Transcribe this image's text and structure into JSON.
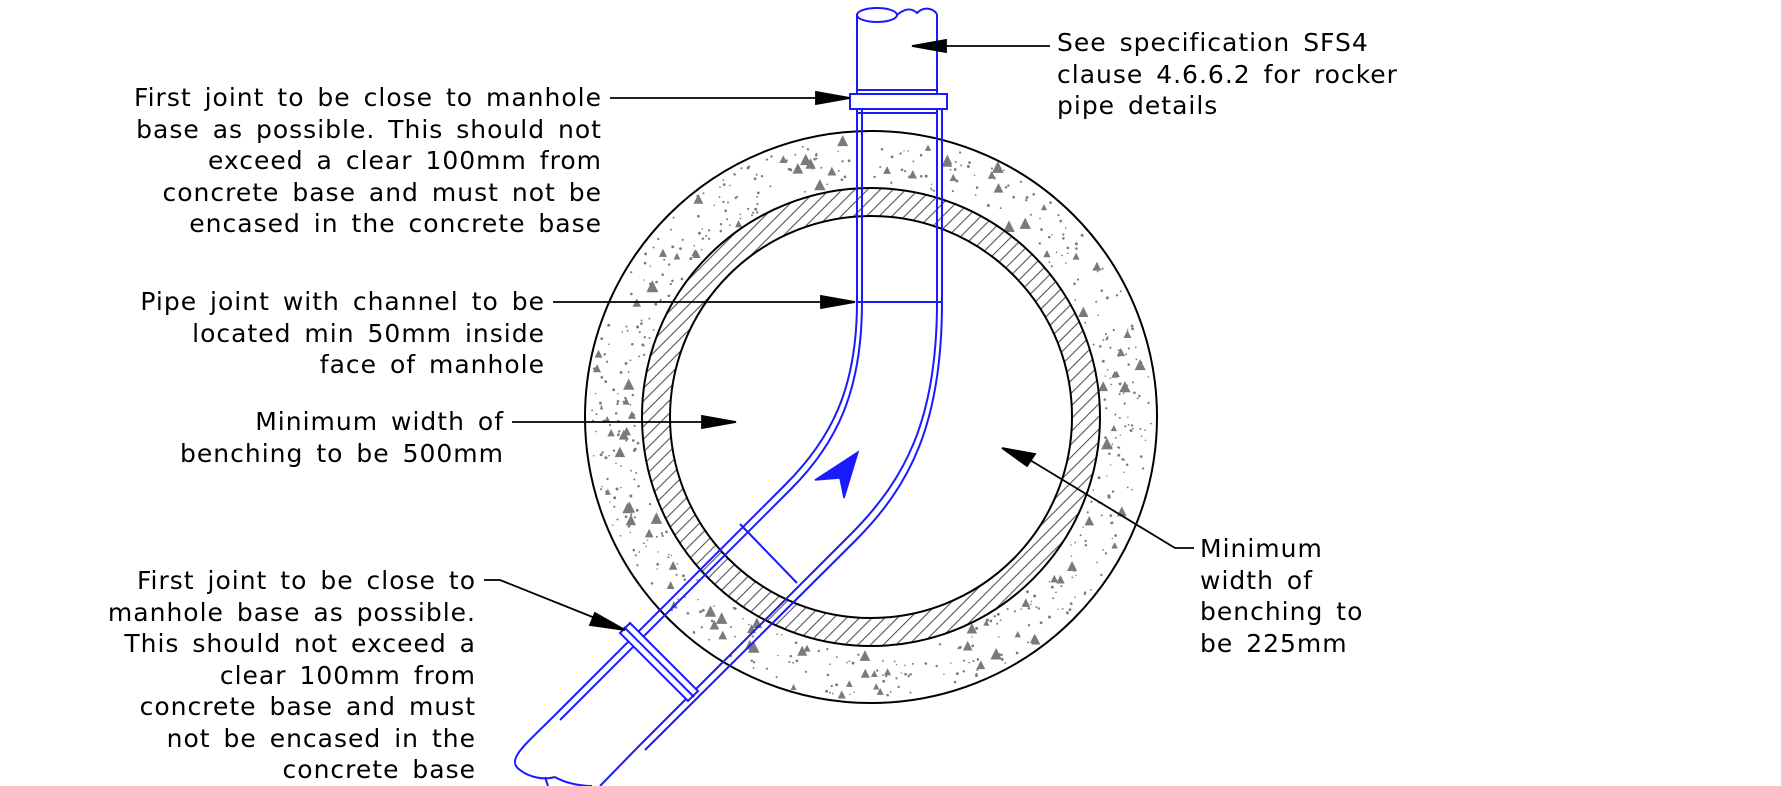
{
  "colors": {
    "pipe": "#1a1aff",
    "outline": "#000000",
    "hatch": "#555555",
    "stipple": "#7a7a7a",
    "background": "#ffffff"
  },
  "callouts": {
    "spec_note": [
      "See specification SFS4",
      "clause 4.6.6.2 for rocker",
      "pipe details"
    ],
    "top_joint_note": [
      "First joint to be close to manhole",
      "base as possible. This should not",
      "exceed a clear 100mm from",
      "concrete base and must not be",
      "encased in the concrete base"
    ],
    "channel_joint_note": [
      "Pipe joint with channel to be",
      "located min 50mm inside",
      "face of manhole"
    ],
    "benching_500_note": [
      "Minimum width of",
      "benching to be 500mm"
    ],
    "bottom_joint_note": [
      "First joint to be close to",
      "manhole base as possible.",
      "This should not exceed a",
      "clear 100mm from",
      "concrete base and must",
      "not be encased in the",
      "concrete base"
    ],
    "benching_225_note": [
      "Minimum",
      "width of",
      "benching to",
      "be 225mm"
    ]
  },
  "icons": {
    "flow_arrow": "flow-direction-arrow-icon"
  }
}
